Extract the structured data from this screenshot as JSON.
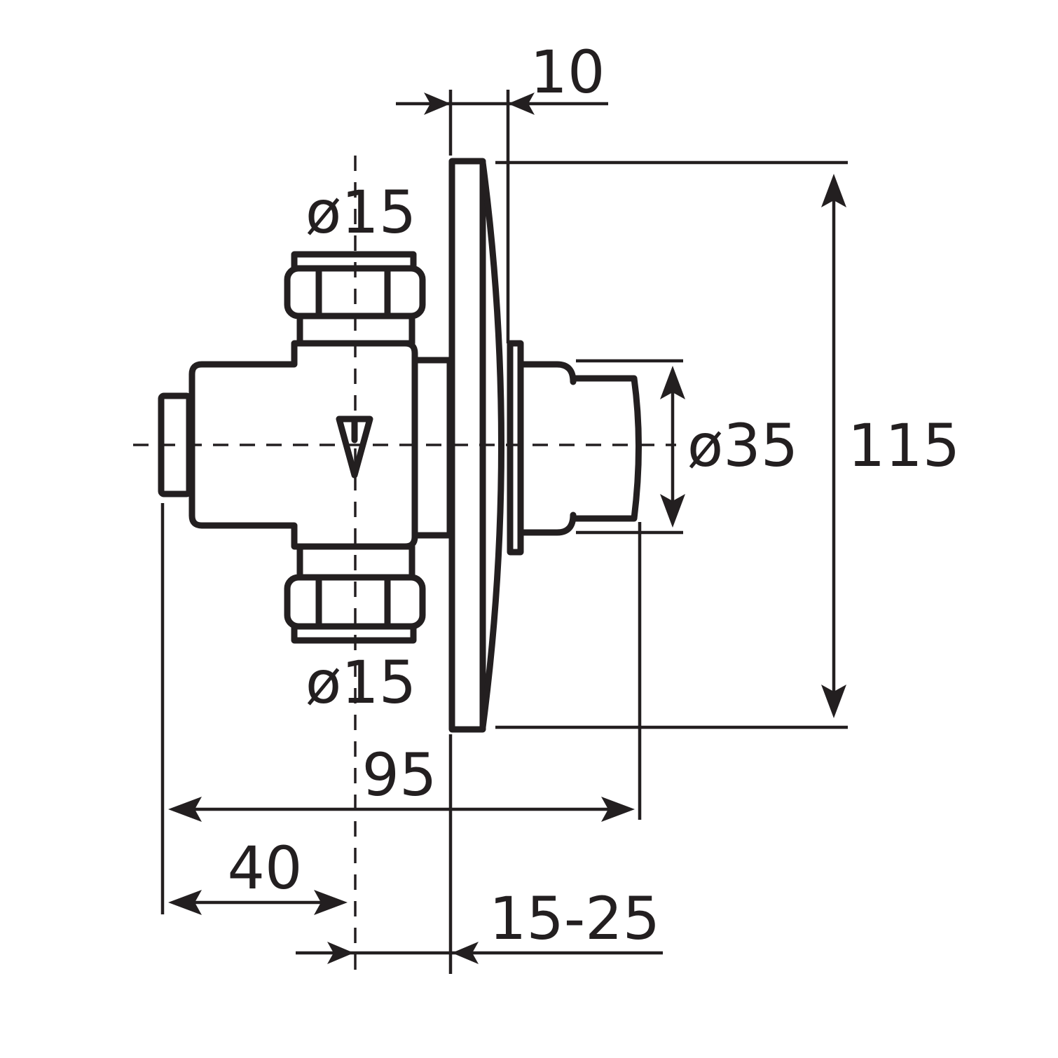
{
  "dimensions": {
    "flange_thickness": "10",
    "inlet_top_diameter": "ø15",
    "inlet_bottom_diameter": "ø15",
    "button_diameter": "ø35",
    "flange_height": "115",
    "overall_depth": "95",
    "axis_offset": "40",
    "wall_range": "15-25"
  },
  "colors": {
    "line": "#231f20",
    "background": "#ffffff"
  }
}
